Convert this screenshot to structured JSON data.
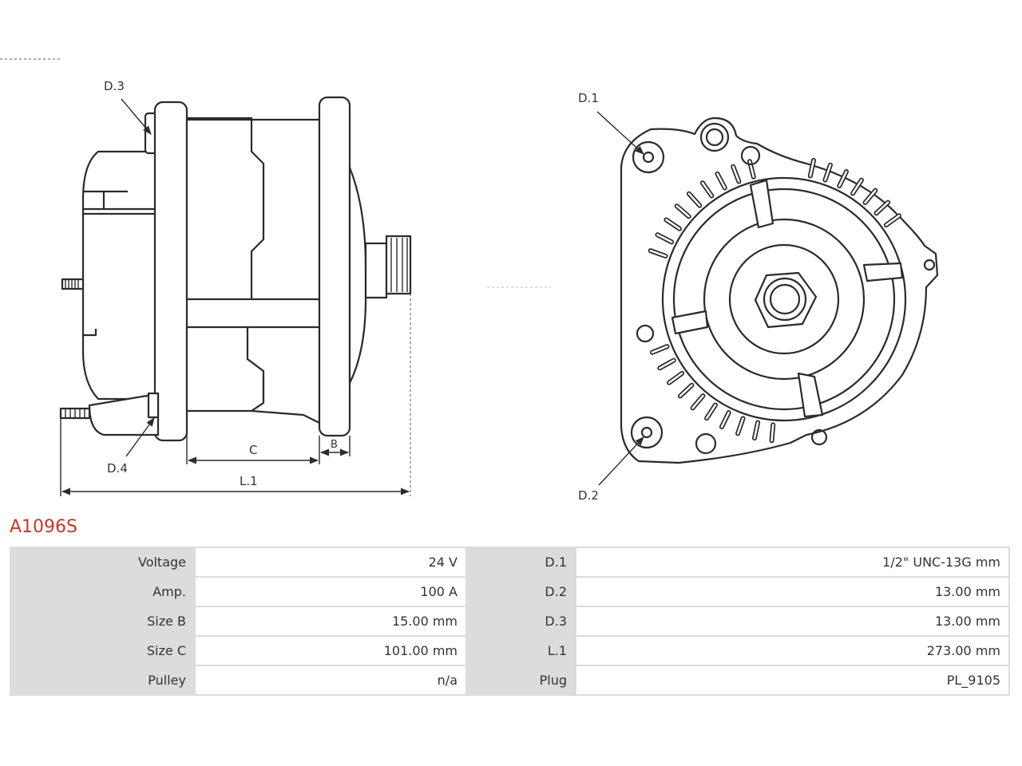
{
  "diagram": {
    "side_view": {
      "labels": {
        "d3": "D.3",
        "d4": "D.4",
        "c": "C",
        "b": "B",
        "l1": "L.1"
      }
    },
    "front_view": {
      "labels": {
        "d1": "D.1",
        "d2": "D.2"
      }
    }
  },
  "part_number": "A1096S",
  "specs": [
    {
      "label": "Voltage",
      "value": "24 V",
      "label2": "D.1",
      "value2": "1/2\" UNC-13G mm"
    },
    {
      "label": "Amp.",
      "value": "100 A",
      "label2": "D.2",
      "value2": "13.00 mm"
    },
    {
      "label": "Size B",
      "value": "15.00 mm",
      "label2": "D.3",
      "value2": "13.00 mm"
    },
    {
      "label": "Size C",
      "value": "101.00 mm",
      "label2": "L.1",
      "value2": "273.00 mm"
    },
    {
      "label": "Pulley",
      "value": "n/a",
      "label2": "Plug",
      "value2": "PL_9105"
    }
  ]
}
